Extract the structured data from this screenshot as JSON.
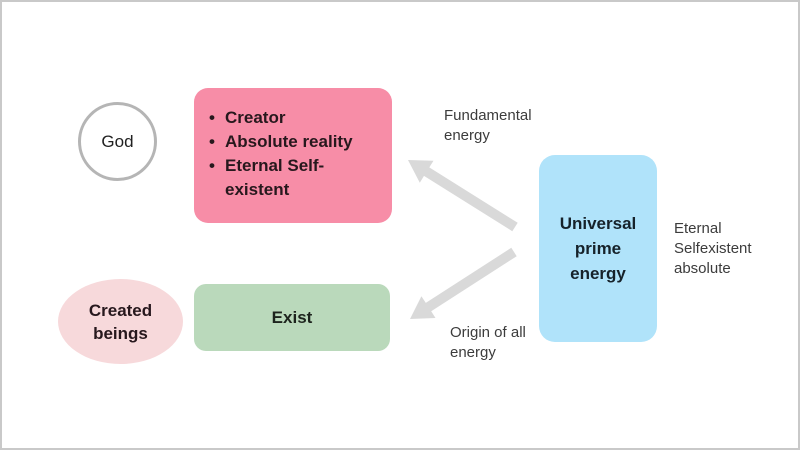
{
  "diagram": {
    "god": {
      "label": "God"
    },
    "god_attributes": {
      "bullets": [
        "Creator",
        "Absolute reality",
        "Eternal Self-existent"
      ]
    },
    "created_beings": {
      "label": "Created beings"
    },
    "exist": {
      "label": "Exist"
    },
    "universal_prime_energy": {
      "label": "Universal prime energy"
    },
    "annotations": {
      "fundamental_energy": "Fundamental energy",
      "origin_of_all_energy": "Origin of all energy",
      "eternal_selfexistent_absolute": "Eternal Selfexistent absolute"
    },
    "colors": {
      "pink_box": "#f78da7",
      "pale_pink_ellipse": "#f7d9db",
      "green_box": "#bad9bb",
      "blue_box": "#b0e3fa",
      "arrow": "#d9d9d9",
      "circle_border": "#b5b5b5",
      "slide_border": "#c9c9c9",
      "text": "#212121"
    }
  }
}
